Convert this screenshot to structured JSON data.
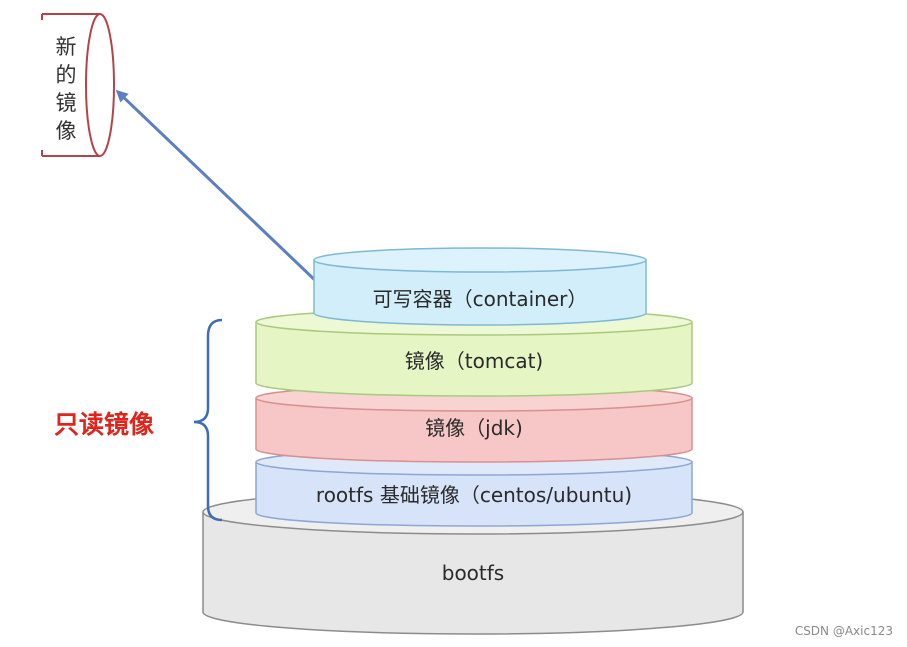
{
  "new_image": {
    "label": "新的镜像"
  },
  "readonly_bracket": {
    "label": "只读镜像"
  },
  "layers": {
    "container": {
      "label": "可写容器（container）"
    },
    "tomcat": {
      "label": "镜像（tomcat)"
    },
    "jdk": {
      "label": "镜像（jdk)"
    },
    "rootfs": {
      "label": "rootfs 基础镜像（centos/ubuntu)"
    },
    "bootfs": {
      "label": "bootfs"
    }
  },
  "colors": {
    "container_fill": "#d2eefb",
    "container_stroke": "#7fb8d4",
    "tomcat_fill": "#e5f5c4",
    "tomcat_stroke": "#a9c97d",
    "jdk_fill": "#f7c6c6",
    "jdk_stroke": "#d89090",
    "rootfs_fill": "#d6e3f8",
    "rootfs_stroke": "#8ea6d4",
    "bootfs_fill": "#e7e7e7",
    "bootfs_stroke": "#8c8c8c",
    "bracket": "#3e6db5",
    "arrow": "#5b7fc0",
    "new_image_outline": "#b5434a",
    "readonly_text": "#e0241b"
  },
  "watermark": {
    "text": "CSDN @Axic123"
  }
}
